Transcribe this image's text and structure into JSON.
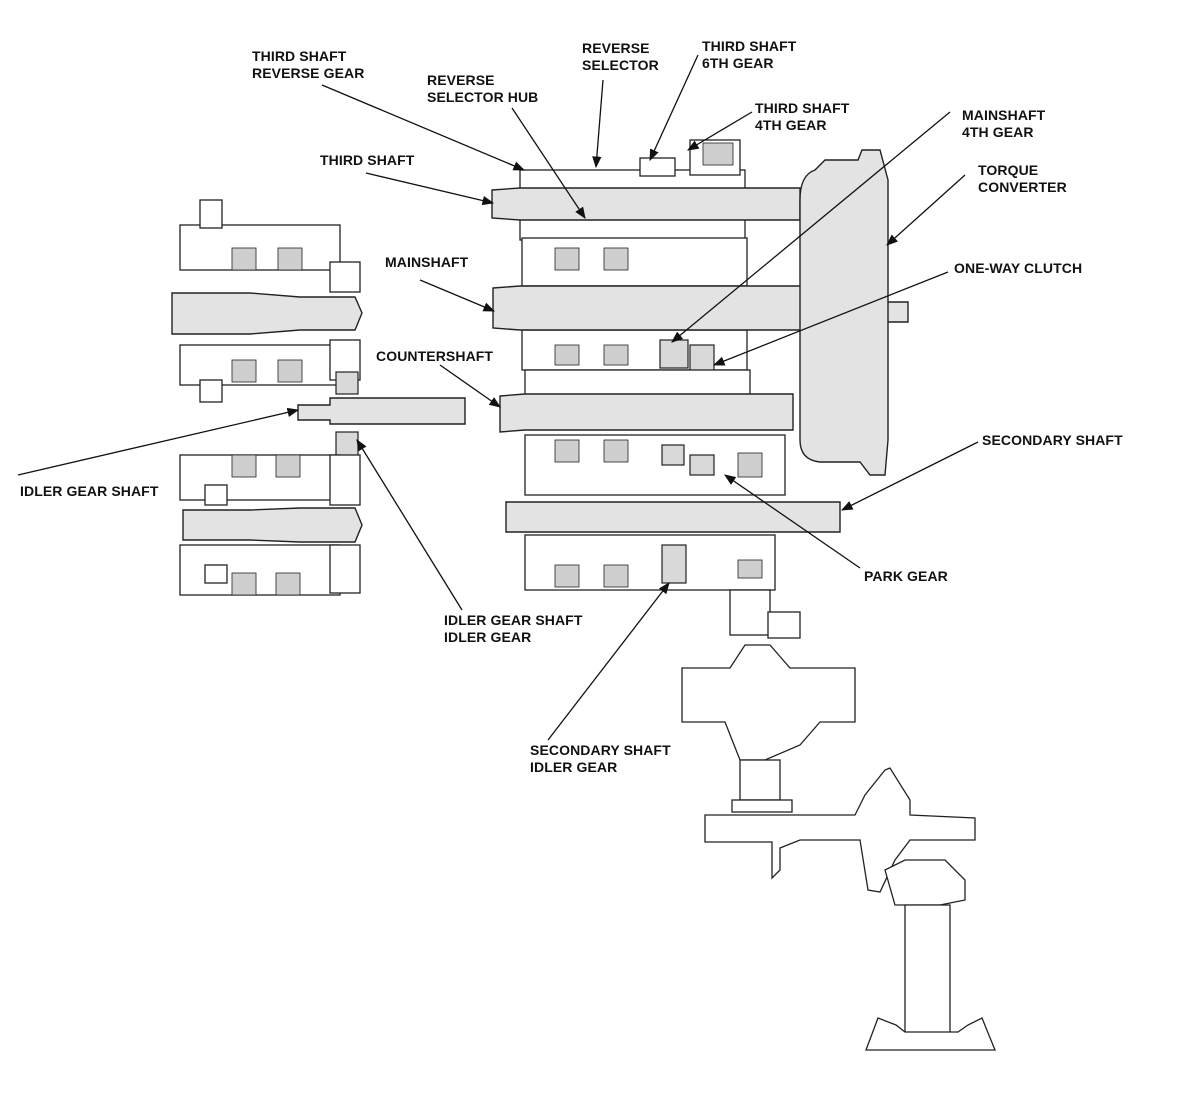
{
  "labels": {
    "third_shaft_reverse_gear": [
      "THIRD SHAFT",
      "REVERSE GEAR"
    ],
    "reverse_selector_hub": [
      "REVERSE",
      "SELECTOR HUB"
    ],
    "reverse_selector": [
      "REVERSE",
      "SELECTOR"
    ],
    "third_shaft_6th_gear": [
      "THIRD SHAFT",
      "6TH GEAR"
    ],
    "third_shaft_4th_gear": [
      "THIRD SHAFT",
      "4TH GEAR"
    ],
    "mainshaft_4th_gear": [
      "MAINSHAFT",
      "4TH GEAR"
    ],
    "torque_converter": [
      "TORQUE",
      "CONVERTER"
    ],
    "third_shaft": [
      "THIRD SHAFT"
    ],
    "mainshaft": [
      "MAINSHAFT"
    ],
    "one_way_clutch": [
      "ONE-WAY CLUTCH"
    ],
    "countershaft": [
      "COUNTERSHAFT"
    ],
    "secondary_shaft": [
      "SECONDARY SHAFT"
    ],
    "idler_gear_shaft": [
      "IDLER GEAR SHAFT"
    ],
    "park_gear": [
      "PARK GEAR"
    ],
    "idler_gear_shaft_idler_gear": [
      "IDLER GEAR SHAFT",
      "IDLER GEAR"
    ],
    "secondary_shaft_idler_gear": [
      "SECONDARY SHAFT",
      "IDLER GEAR"
    ]
  },
  "colors": {
    "ink": "#111111",
    "shaft_fill": "#e3e3e3",
    "background": "#ffffff"
  }
}
